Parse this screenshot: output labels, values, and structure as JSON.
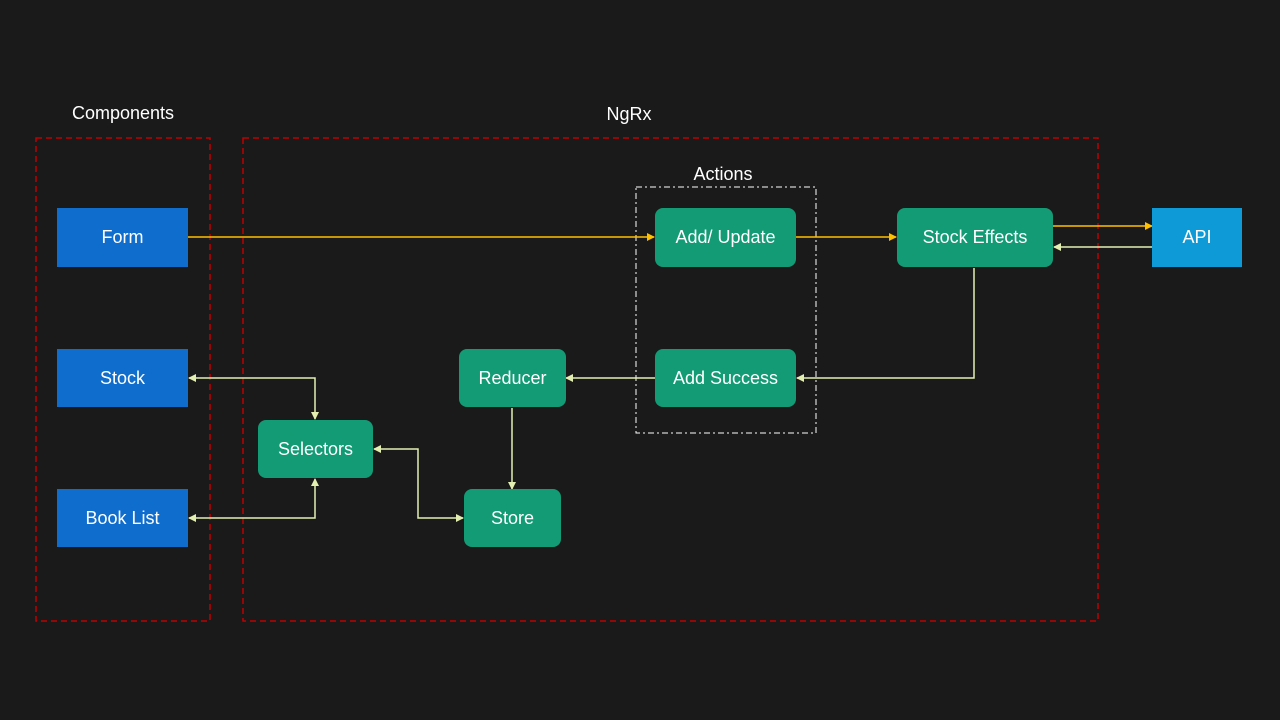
{
  "colors": {
    "background": "#1a1a1a",
    "component_box": "#0f6dce",
    "ngrx_box": "#129b74",
    "api_box": "#0e9ad6",
    "group_border": "#c00000",
    "actions_border": "#ffffff",
    "orange_arrow": "#ffc000",
    "pale_arrow": "#e2efb0"
  },
  "groups": {
    "components": "Components",
    "ngrx": "NgRx",
    "actions": "Actions"
  },
  "components": {
    "form": "Form",
    "stock": "Stock",
    "book_list": "Book List"
  },
  "ngrx": {
    "add_update": "Add/ Update",
    "stock_effects": "Stock Effects",
    "add_success": "Add Success",
    "reducer": "Reducer",
    "selectors": "Selectors",
    "store": "Store"
  },
  "external": {
    "api": "API"
  }
}
